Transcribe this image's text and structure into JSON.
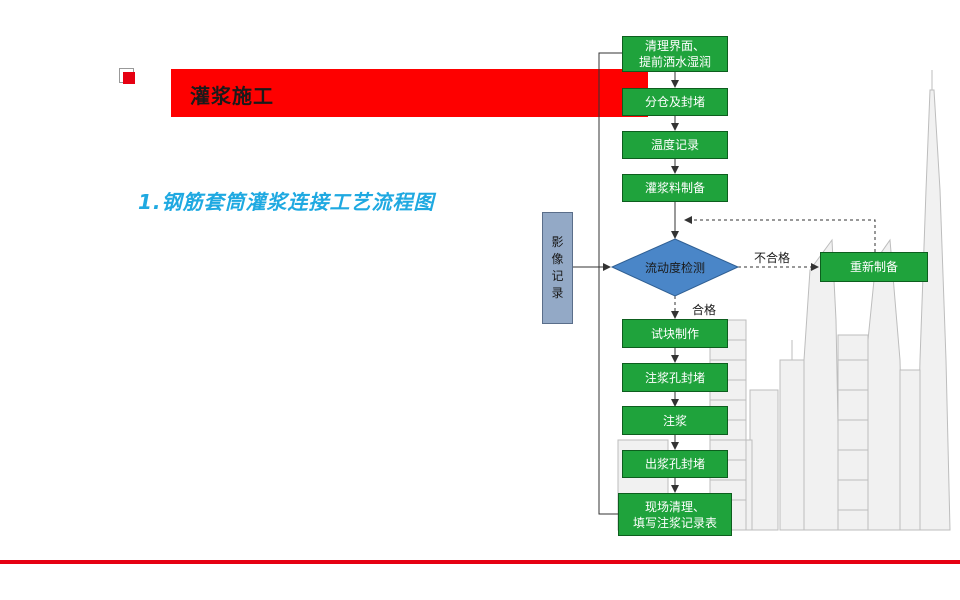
{
  "header": {
    "title": "灌浆施工"
  },
  "subtitle": "1.钢筋套筒灌浆连接工艺流程图",
  "diagram": {
    "side_label": "影像记录",
    "steps": [
      "清理界面、\n提前洒水湿润",
      "分仓及封堵",
      "温度记录",
      "灌浆料制备"
    ],
    "decision": "流动度检测",
    "reject_label": "不合格",
    "reject_step": "重新制备",
    "pass_label": "合格",
    "after_steps": [
      "试块制作",
      "注浆孔封堵",
      "注浆",
      "出浆孔封堵",
      "现场清理、\n填写注浆记录表"
    ]
  },
  "colors": {
    "accent_red": "#e60012",
    "step_green": "#1fa33c",
    "decision_blue": "#4a86c8",
    "side_box": "#93a9c6",
    "subtitle_blue": "#1fa9e1"
  }
}
